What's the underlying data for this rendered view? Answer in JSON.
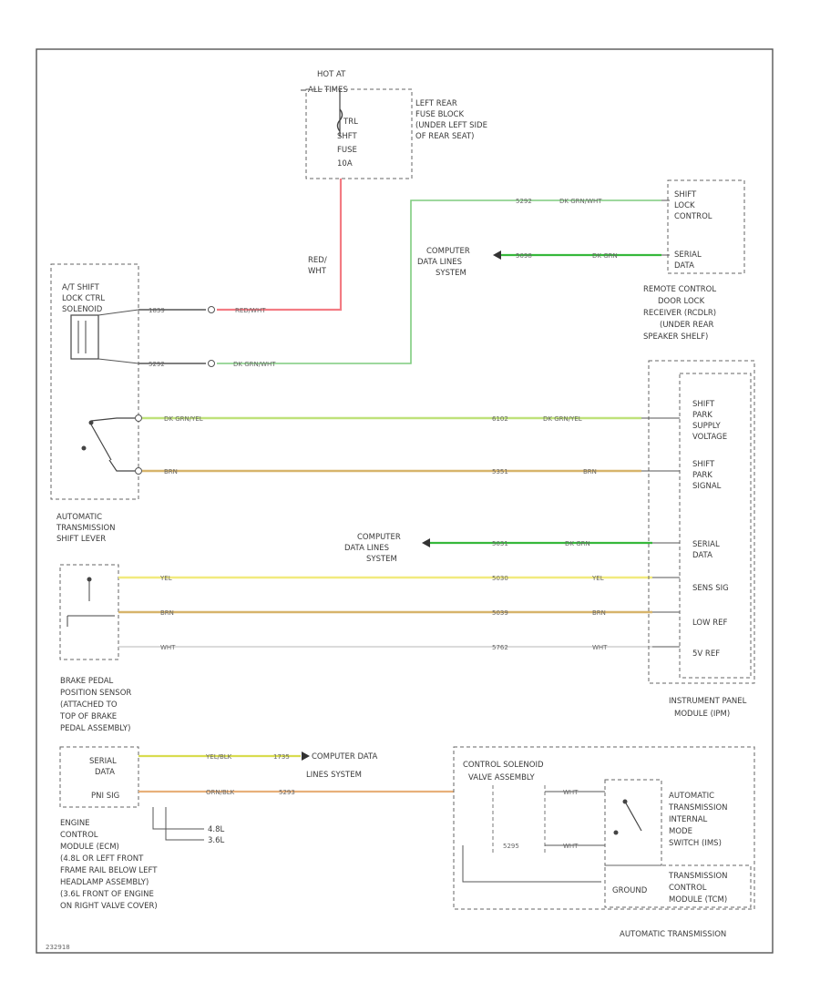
{
  "labels": {
    "hot_at": "HOT AT",
    "all_times": "ALL TIMES",
    "fuse_loc": [
      "LEFT REAR",
      "FUSE BLOCK",
      "(UNDER LEFT SIDE",
      "OF REAR SEAT)"
    ],
    "fuse": [
      "TRL",
      "SHFT",
      "FUSE",
      "10A"
    ],
    "red_wht": [
      "RED/",
      "WHT"
    ],
    "wire_red_wht": "RED/WHT",
    "at_shift_lock": [
      "A/T SHIFT",
      "LOCK CTRL",
      "SOLENOID"
    ],
    "wire_dk_grn_wht_1": "DK GRN/WHT",
    "wire_dk_grn_wht_2": "DK GRN/WHT",
    "wire_dk_grn_1": "DK GRN",
    "wire_dk_grn_2": "DK GRN",
    "computer_data_1": [
      "COMPUTER",
      "DATA LINES",
      "SYSTEM"
    ],
    "computer_data_2": [
      "COMPUTER",
      "DATA LINES",
      "SYSTEM"
    ],
    "computer_data_3": [
      "COMPUTER DATA",
      "LINES SYSTEM"
    ],
    "rcdl_pins": [
      "SHIFT",
      "LOCK",
      "CONTROL",
      "SERIAL",
      "DATA"
    ],
    "rcdl_name": [
      "REMOTE CONTROL",
      "DOOR LOCK",
      "RECEIVER (RCDLR)",
      "(UNDER REAR",
      "SPEAKER SHELF)"
    ],
    "wire_dk_grn_yel_1": "DK GRN/YEL",
    "wire_dk_grn_yel_2": "DK GRN/YEL",
    "wire_brn_1": "BRN",
    "wire_brn_2": "BRN",
    "wire_brn_3": "BRN",
    "wire_brn_4": "BRN",
    "wire_yel_1": "YEL",
    "wire_yel_2": "YEL",
    "wire_wht_1": "WHT",
    "wire_wht_2": "WHT",
    "wire_wht_3": "WHT",
    "wire_wht_4": "WHT",
    "wire_yel_blk": "YEL/BLK",
    "wire_orn_blk": "ORN/BLK",
    "ipc_pins": [
      "SHIFT",
      "PARK",
      "SUPPLY",
      "VOLTAGE",
      "SHIFT",
      "PARK",
      "SIGNAL",
      "SERIAL",
      "DATA",
      "SENS SIG",
      "LOW REF",
      "5V REF"
    ],
    "ipc_name": [
      "INSTRUMENT PANEL",
      "MODULE (IPM)"
    ],
    "shift_lever": [
      "AUTOMATIC",
      "TRANSMISSION",
      "SHIFT LEVER"
    ],
    "brake_sensor": [
      "BRAKE PEDAL",
      "POSITION SENSOR",
      "(ATTACHED TO",
      "TOP OF BRAKE",
      "PEDAL ASSEMBLY)"
    ],
    "ecm_pins": [
      "SERIAL",
      "DATA",
      "PNI SIG"
    ],
    "ecm_name": [
      "ENGINE",
      "CONTROL",
      "MODULE (ECM)",
      "(4.8L OR LEFT FRONT",
      "FRAME RAIL BELOW LEFT",
      "HEADLAMP ASSEMBLY)",
      "(3.6L FRONT OF ENGINE",
      "ON RIGHT VALVE COVER)"
    ],
    "engines": [
      "4.8L",
      "3.6L"
    ],
    "valve_body": [
      "CONTROL SOLENOID",
      "VALVE ASSEMBLY"
    ],
    "internal_mode": [
      "AUTOMATIC",
      "TRANSMISSION",
      "INTERNAL",
      "MODE",
      "SWITCH (IMS)"
    ],
    "tcm": [
      "TRANSMISSION",
      "CONTROL",
      "MODULE (TCM)"
    ],
    "ground": "GROUND",
    "auto_trans": "AUTOMATIC TRANSMISSION",
    "figure_no": "232918",
    "circuits": [
      "1839",
      "5292",
      "5292",
      "5098",
      "6102",
      "5351",
      "5031",
      "5030",
      "5039",
      "5762",
      "1735",
      "5293",
      "5295"
    ]
  },
  "wire_colors": {
    "red_wht": "#f37b83",
    "dk_grn_wht": "#7fcc7f",
    "dk_grn": "#36b83b",
    "dk_grn_yel": "#bfe17a",
    "brn": "#d7b46b",
    "yel": "#f1ea7e",
    "wht": "#cfcfcf",
    "yel_blk": "#d8dc4f",
    "orn_blk": "#e8b07a",
    "dark": "#555555"
  }
}
